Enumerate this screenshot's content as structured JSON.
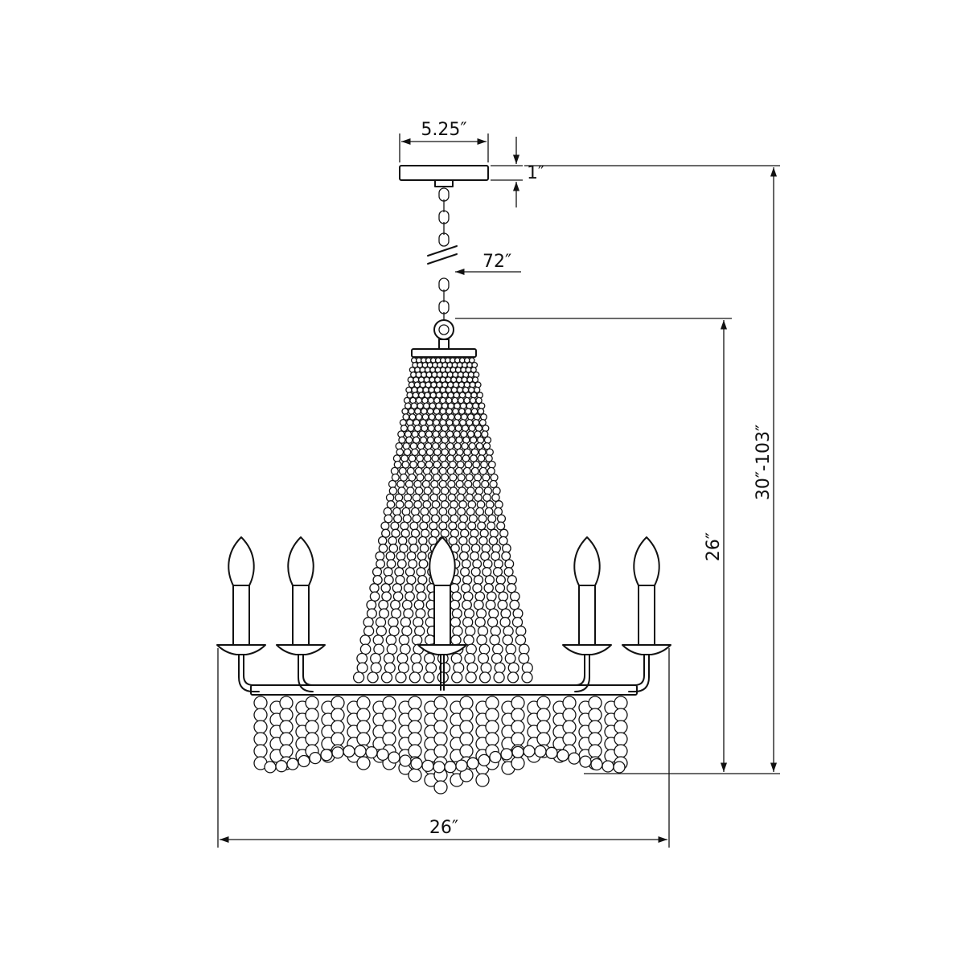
{
  "dimensions": {
    "canopy_width": "5.25″",
    "canopy_height": "1″",
    "chain_length": "72″",
    "fixture_height": "26″",
    "overall_height": "30″-103″",
    "fixture_width": "26″"
  }
}
